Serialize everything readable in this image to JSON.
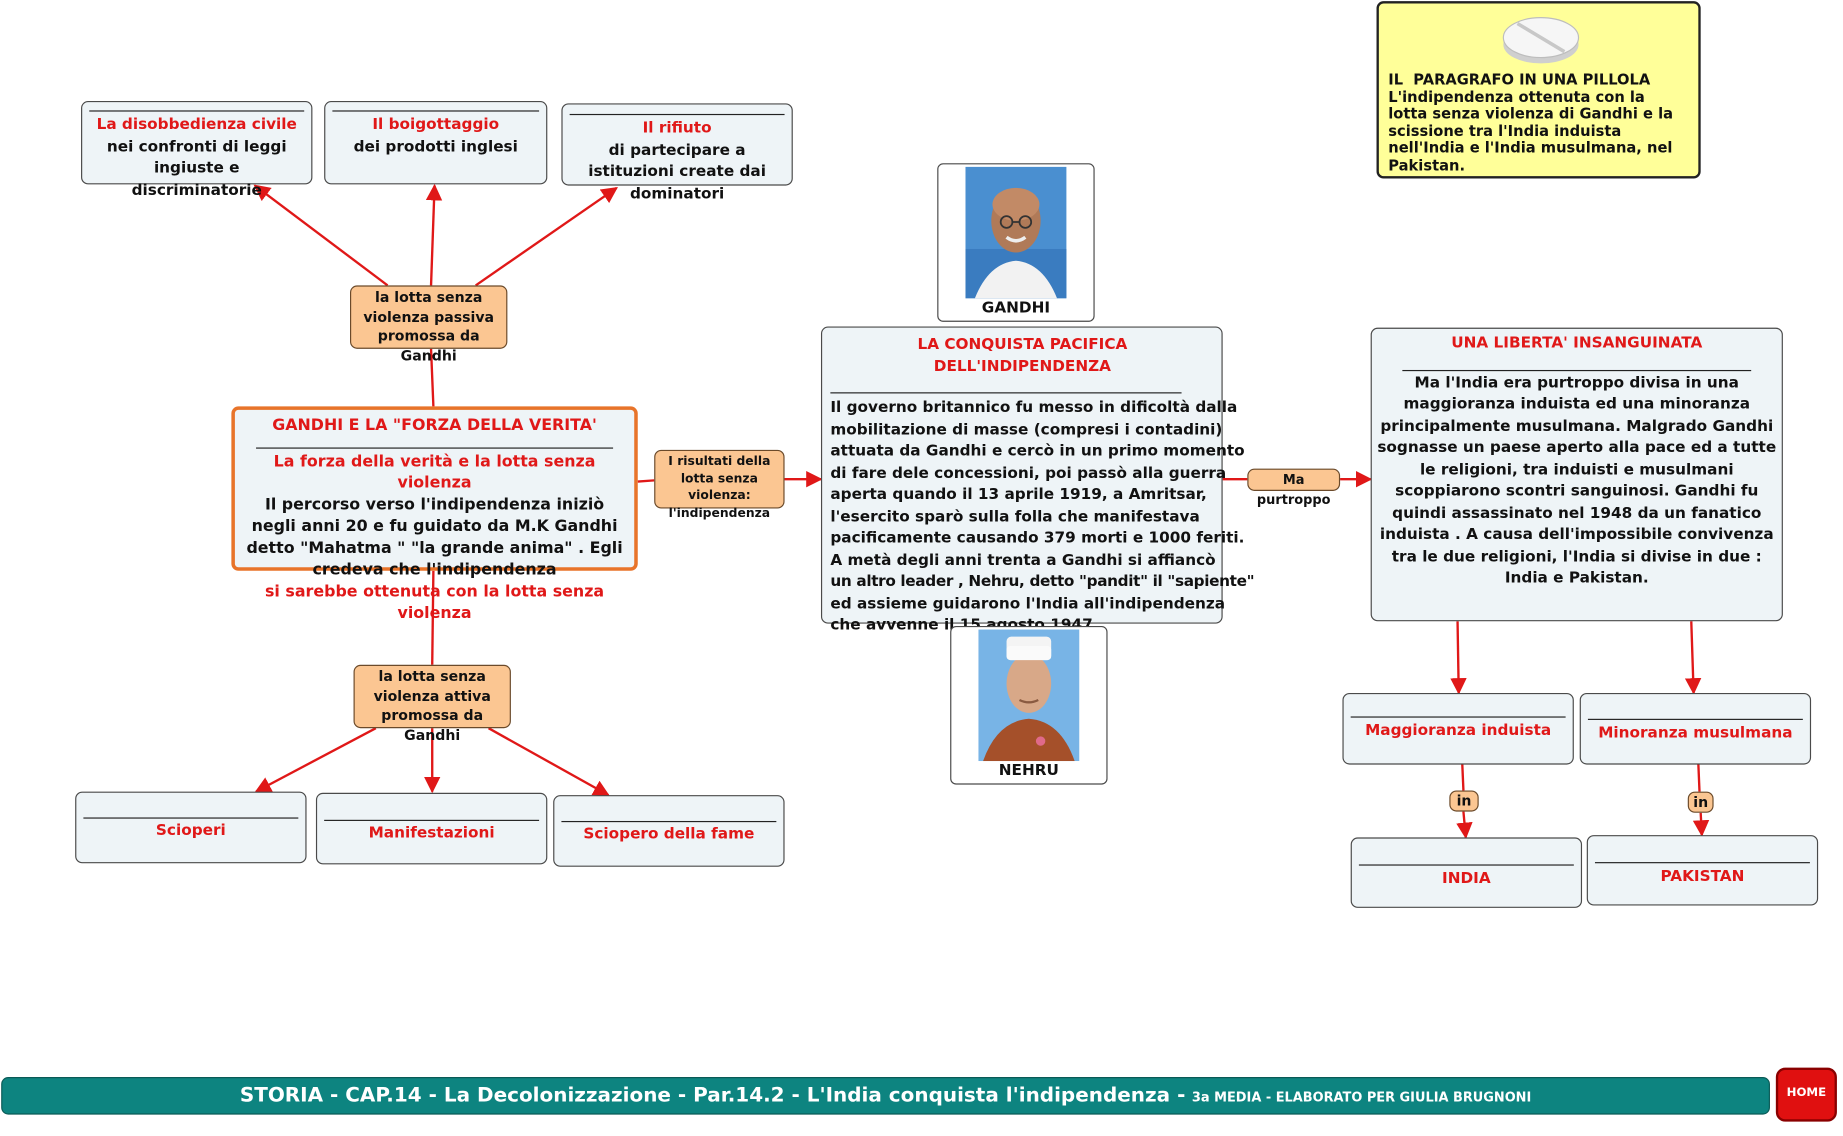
{
  "pill": {
    "title": "IL  PARAGRAFO IN UNA PILLOLA",
    "text": "L'indipendenza ottenuta con la lotta senza violenza di Gandhi e la scissione tra l'India induista nell'India e l'India musulmana, nel Pakistan."
  },
  "top_boxes": [
    {
      "title": "La disobbedienza civile",
      "text": "nei confronti di leggi ingiuste e discriminatorie"
    },
    {
      "title": "Il boigottaggio",
      "text": "dei prodotti inglesi"
    },
    {
      "title": "Il rifiuto",
      "text": "di partecipare a istituzioni create dai dominatori"
    }
  ],
  "passive_link": "la lotta senza violenza passiva promossa da Gandhi",
  "main": {
    "title": "GANDHI E LA \"FORZA DELLA VERITA'",
    "subtitle": "La forza della verità e la lotta senza violenza",
    "text": "Il percorso verso l'indipendenza iniziò negli anni 20  e fu guidato da M.K Gandhi detto  \"Mahatma \" \"la grande anima\" . Egli credeva che l'indipendenza",
    "text_red": "si sarebbe ottenuta con la lotta senza violenza"
  },
  "active_link": "la lotta senza violenza attiva promossa da Gandhi",
  "bottom_boxes": [
    "Scioperi",
    "Manifestazioni",
    "Sciopero della fame"
  ],
  "results_link": "I risultati della lotta senza violenza: l'indipendenza",
  "conquest": {
    "title": "LA CONQUISTA PACIFICA DELL'INDIPENDENZA",
    "lines": [
      "Il governo britannico fu messo in dificoltà dalla",
      "mobilitazione di masse (compresi i contadini)",
      "attuata da Gandhi e cercò in un primo momento",
      "di fare dele concessioni, poi passò alla guerra",
      "aperta quando il 13 aprile 1919, a Amritsar,",
      "l'esercito sparò sulla folla che manifestava",
      "pacificamente causando 379 morti e 1000 feriti.",
      "A metà degli anni trenta a Gandhi si affiancò",
      "un altro leader , Nehru, detto \"pandit\" il \"sapiente\"",
      "ed assieme guidarono l'India all'indipendenza",
      "che avvenne il 15 agosto 1947."
    ]
  },
  "gandhi_caption": "GANDHI",
  "nehru_caption": "NEHRU",
  "but_link": "Ma purtroppo",
  "liberty": {
    "title": "UNA LIBERTA' INSANGUINATA",
    "text": "Ma l'India era purtroppo divisa in una maggioranza induista ed una minoranza principalmente musulmana. Malgrado Gandhi sognasse un paese aperto alla pace ed a tutte le religioni, tra induisti e musulmani scoppiarono scontri sanguinosi. Gandhi fu quindi assassinato nel 1948 da un fanatico induista . A causa dell'impossibile convivenza tra le due religioni, l'India si divise in due : India e Pakistan."
  },
  "majority": "Maggioranza induista",
  "minority": "Minoranza musulmana",
  "in_label": "in",
  "india": "INDIA",
  "pakistan": "PAKISTAN",
  "footer": {
    "main": "STORIA - CAP.14 - La Decolonizzazione - Par.14.2 - L'India conquista l'indipendenza -",
    "small": "3a MEDIA - ELABORATO  PER GIULIA BRUGNONI"
  },
  "home": "HOME",
  "colors": {
    "accent_red": "#e01818",
    "link_fill": "#fbc692",
    "pill_fill": "#ffff99",
    "footer_bg": "#0d8480",
    "main_border": "#e8742a"
  }
}
